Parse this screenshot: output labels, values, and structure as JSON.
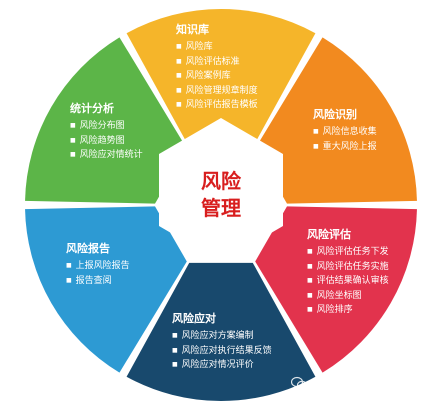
{
  "center": {
    "line1": "风险",
    "line2": "管理"
  },
  "segments": [
    {
      "key": "knowledge",
      "title": "知识库",
      "color": "#f5b52a",
      "items": [
        "风险库",
        "风险评估标准",
        "风险案例库",
        "风险管理规章制度",
        "风险评估报告模板"
      ]
    },
    {
      "key": "identify",
      "title": "风险识别",
      "color": "#f28a1f",
      "items": [
        "风险信息收集",
        "重大风险上报"
      ]
    },
    {
      "key": "assess",
      "title": "风险评估",
      "color": "#e2334d",
      "items": [
        "风险评估任务下发",
        "风险评估任务实施",
        "评估结果确认审核",
        "风险坐标图",
        "风险排序"
      ]
    },
    {
      "key": "response",
      "title": "风险应对",
      "color": "#18496d",
      "items": [
        "风险应对方案编制",
        "风险应对执行结果反馈",
        "风险应对情况评价"
      ]
    },
    {
      "key": "report",
      "title": "风险报告",
      "color": "#2d9ad3",
      "items": [
        "上报风险报告",
        "报告查阅"
      ]
    },
    {
      "key": "stats",
      "title": "统计分析",
      "color": "#5cb548",
      "items": [
        "风险分布图",
        "风险趋势图",
        "风险应对情统计"
      ]
    }
  ]
}
